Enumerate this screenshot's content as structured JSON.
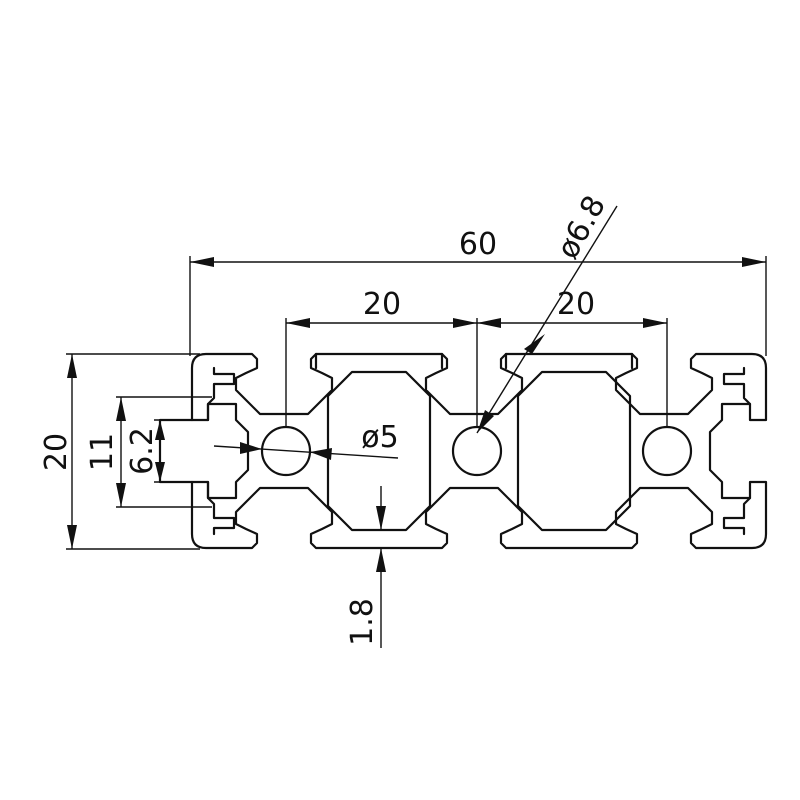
{
  "dimensions": {
    "overall_width": "60",
    "slot_pitch_left": "20",
    "slot_pitch_right": "20",
    "height": "20",
    "slot_opening": "11",
    "slot_neck": "6.2",
    "wall_thickness": "1.8",
    "small_hole": "ø5",
    "large_hole": "ø6.8"
  },
  "colors": {
    "line": "#111111",
    "background": "#ffffff"
  }
}
